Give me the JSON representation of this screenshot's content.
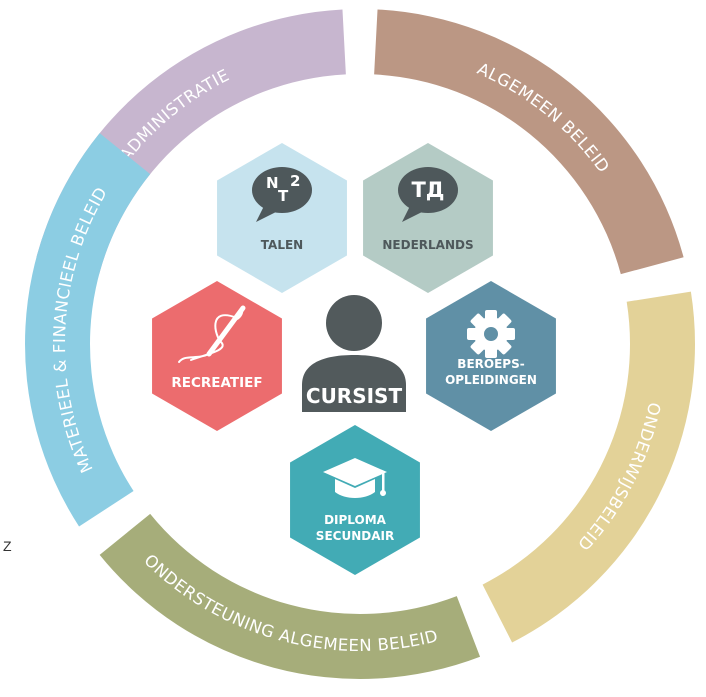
{
  "center": {
    "label": "CURSIST",
    "color": "#525a5c"
  },
  "segments": [
    {
      "id": "administratie",
      "label": "ADMINISTRATIE",
      "color": "#c7b6cf"
    },
    {
      "id": "algemeen-beleid",
      "label": "ALGEMEEN BELEID",
      "color": "#bb9784"
    },
    {
      "id": "onderwijsbeleid",
      "label": "ONDERWIJSBELEID",
      "color": "#e3d298"
    },
    {
      "id": "ondersteuning",
      "label": "ONDERSTEUNING ALGEMEEN BELEID",
      "color": "#a6ad7a"
    },
    {
      "id": "materieel",
      "label": "MATERIEEL & FINANCIEEL BELEID",
      "color": "#8ccde3"
    }
  ],
  "hexagons": [
    {
      "id": "talen",
      "label_lines": [
        "TALEN"
      ],
      "icon": "speech-bubble-nt2-icon",
      "icon_text": "NT2",
      "color": "#c6e3ee",
      "text_color": "#4e585b"
    },
    {
      "id": "nederlands",
      "label_lines": [
        "NEDERLANDS"
      ],
      "icon": "speech-bubble-td-icon",
      "icon_text": "ТД",
      "color": "#b4cbc5",
      "text_color": "#4e585b"
    },
    {
      "id": "recreatief",
      "label_lines": [
        "RECREATIEF"
      ],
      "icon": "needle-thread-icon",
      "color": "#ec6c6e",
      "text_color": "#ffffff"
    },
    {
      "id": "beroepsopleidingen",
      "label_lines": [
        "BEROEPS-",
        "OPLEIDINGEN"
      ],
      "icon": "gear-icon",
      "color": "#6090a6",
      "text_color": "#ffffff"
    },
    {
      "id": "diploma",
      "label_lines": [
        "DIPLOMA",
        "SECUNDAIR"
      ],
      "icon": "graduation-cap-icon",
      "color": "#42abb5",
      "text_color": "#ffffff"
    }
  ],
  "stray_text": "Z"
}
